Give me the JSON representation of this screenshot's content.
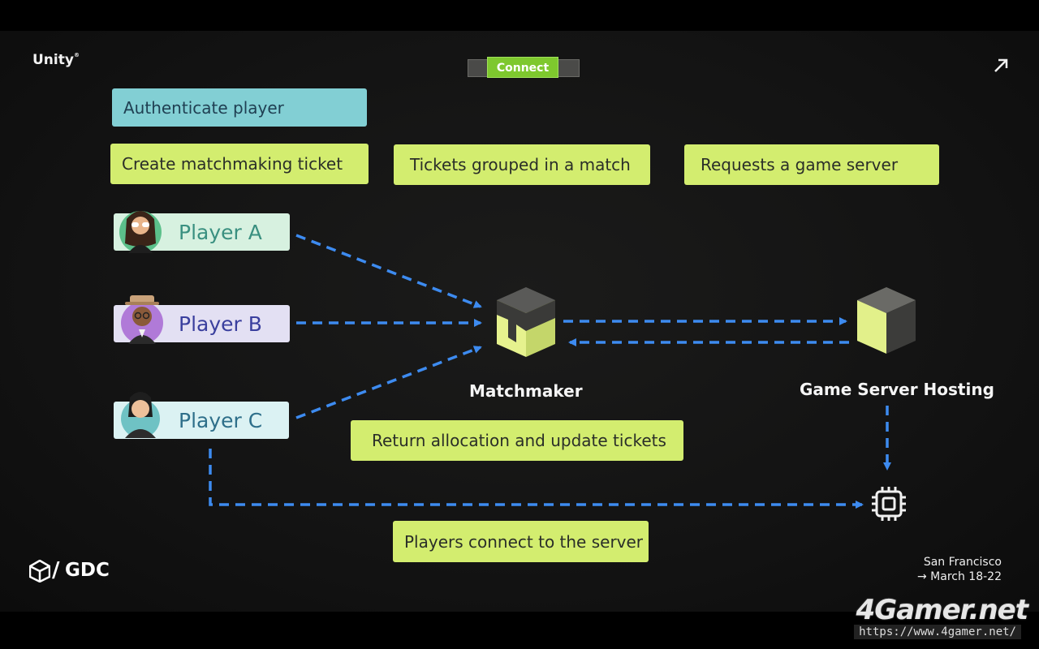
{
  "brand": {
    "name": "Unity",
    "mark": "®"
  },
  "tab": {
    "label": "Connect"
  },
  "steps": {
    "authenticate": "Authenticate player",
    "create_ticket": "Create matchmaking ticket",
    "grouped": "Tickets grouped in a match",
    "request_server": "Requests a game server",
    "return_allocation": "Return allocation and update tickets",
    "connect": "Players connect to the server"
  },
  "players": [
    {
      "label": "Player A"
    },
    {
      "label": "Player B"
    },
    {
      "label": "Player C"
    }
  ],
  "nodes": {
    "matchmaker": "Matchmaker",
    "hosting": "Game Server Hosting"
  },
  "footer": {
    "event": "GDC",
    "city": "San Francisco",
    "dates": "→ March 18-22"
  },
  "watermark": {
    "site": "4Gamer.net",
    "url": "https://www.4gamer.net/"
  },
  "colors": {
    "accent_lime": "#d3ed6f",
    "accent_teal": "#82cfd4",
    "arrow_blue": "#3d8bf0",
    "tab_green": "#7ec82e"
  }
}
